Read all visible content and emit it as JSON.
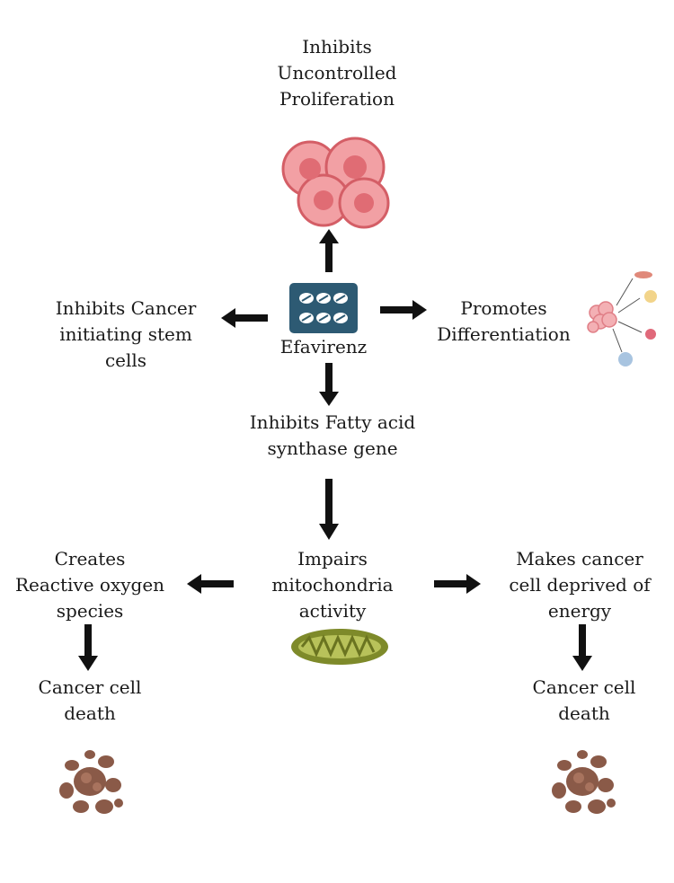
{
  "center": {
    "drug_label": "Efavirenz",
    "pill_icon": "pill-blister-pack-icon"
  },
  "top": {
    "text": "Inhibits\nUncontrolled\nProliferation",
    "icon": "cancer-cell-cluster-icon"
  },
  "left": {
    "text": "Inhibits Cancer\ninitiating  stem\ncells"
  },
  "right": {
    "text": "Promotes\nDifferentiation",
    "icon": "cell-differentiation-icon"
  },
  "middle": {
    "text": "Inhibits Fatty acid\nsynthase gene"
  },
  "mitochondria": {
    "text": "Impairs\nmitochondria\nactivity",
    "icon": "mitochondrion-icon"
  },
  "ros": {
    "text": "Creates\nReactive oxygen\nspecies"
  },
  "energy": {
    "text": "Makes cancer\ncell deprived of\nenergy"
  },
  "death_left": {
    "text": "Cancer cell\ndeath",
    "icon": "dead-cell-debris-icon"
  },
  "death_right": {
    "text": "Cancer cell\ndeath",
    "icon": "dead-cell-debris-icon"
  },
  "colors": {
    "arrow": "#111111",
    "pill": "#2d5a73",
    "cell": "#e8727a",
    "mito": "#7e8a2a",
    "debris": "#8a5a48"
  }
}
